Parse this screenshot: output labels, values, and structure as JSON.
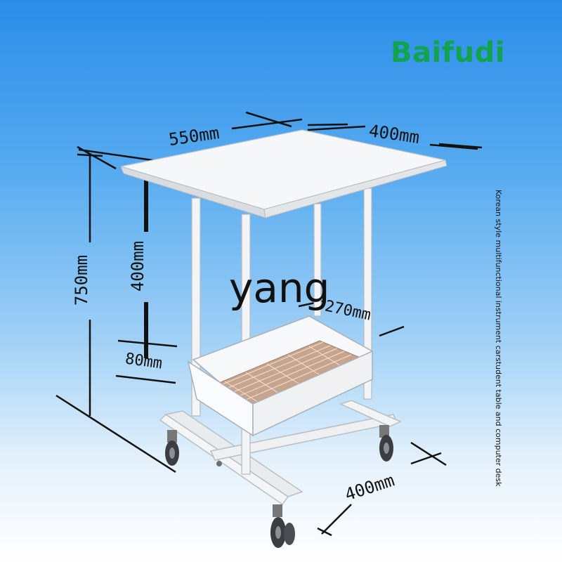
{
  "brand": {
    "name": "Baifudi",
    "color": "#12a34f"
  },
  "watermark": "yang",
  "product_title": "Korean style multifunctional instrument carstudent table and computer desk",
  "dimensions": {
    "top_width": "550mm",
    "top_depth": "400mm",
    "total_height": "750mm",
    "shelf_gap": "400mm",
    "basket_height": "80mm",
    "basket_depth": "270mm",
    "base_width": "400mm"
  },
  "colors": {
    "sky_top": "#2b8de8",
    "sky_bottom": "#ffffff",
    "frame": "#f2f4f6"
  }
}
